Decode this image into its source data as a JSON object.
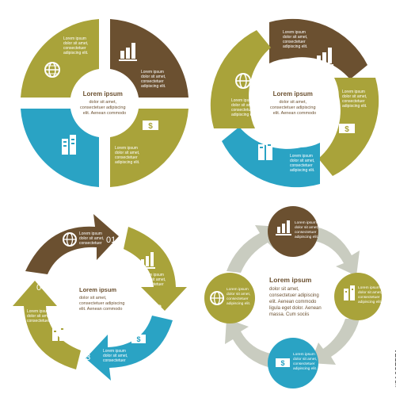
{
  "colors": {
    "olive": "#a9a33a",
    "olive_dark": "#8f8a2e",
    "brown": "#6b5030",
    "blue": "#2aa3c4",
    "grey": "#c9ccc0",
    "white": "#ffffff",
    "text_dark": "#5a4a35"
  },
  "icons": [
    "globe-icon",
    "bar-chart-icon",
    "money-icon",
    "buildings-icon"
  ],
  "text": {
    "lorem_title": "Lorem ipsum",
    "short_line1": "Lorem ipsum",
    "short_line2": "dolor sit amet,",
    "short_line3": "consectetuer",
    "short_line4": "adipiscing elit.",
    "center_line1": "dolor sit amet,",
    "center_line2": "consectetuer adipiscing",
    "center_line3": "elit. Aenean commodo",
    "big_line1": "dolor sit amet,",
    "big_line2": "consectetuer adipiscing",
    "big_line3": "elit. Aenean commodo",
    "big_line4": "ligula eget dolor. Aenean",
    "big_line5": "massa. Cum sociis"
  },
  "numbers": [
    "01",
    "02",
    "03",
    "04"
  ],
  "stock_id": "#81627571"
}
